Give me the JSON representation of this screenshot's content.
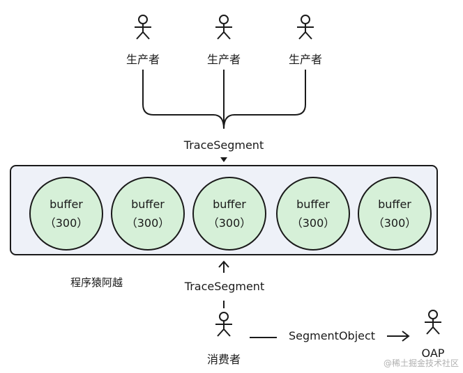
{
  "producers": [
    {
      "label": "生产者"
    },
    {
      "label": "生产者"
    },
    {
      "label": "生产者"
    }
  ],
  "top_flow_label": "TraceSegment",
  "buffers": [
    {
      "name": "buffer",
      "size": "（300）"
    },
    {
      "name": "buffer",
      "size": "（300）"
    },
    {
      "name": "buffer",
      "size": "（300）"
    },
    {
      "name": "buffer",
      "size": "（300）"
    },
    {
      "name": "buffer",
      "size": "（300）"
    }
  ],
  "author_label": "程序猿阿越",
  "bottom_flow_label": "TraceSegment",
  "consumer": {
    "label": "消费者"
  },
  "output_flow_label": "SegmentObject",
  "oap": {
    "label": "OAP"
  },
  "watermark": "@稀土掘金技术社区",
  "colors": {
    "buffer_fill": "#d6f0d8",
    "container_fill": "#eef1f8",
    "stroke": "#1a1a1a"
  }
}
